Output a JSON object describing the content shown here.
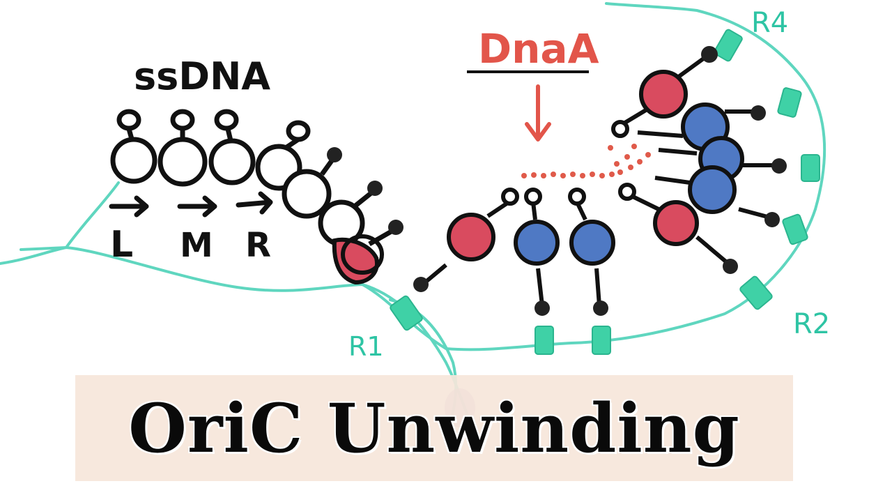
{
  "labels": {
    "ssdna": "ssDNA",
    "dnaa": "DnaA",
    "l": "L",
    "m": "M",
    "r": "R",
    "r1": "R1",
    "r2": "R2",
    "r4": "R4"
  },
  "title": "OriC Unwinding",
  "colors": {
    "dna_strand": "#5fd6bf",
    "box": "#3fd1a6",
    "dnaa_red": "#d94b5f",
    "dnaa_blue": "#4f79c4",
    "dnaa_label": "#e2554a",
    "banner": "#f6e6da"
  }
}
